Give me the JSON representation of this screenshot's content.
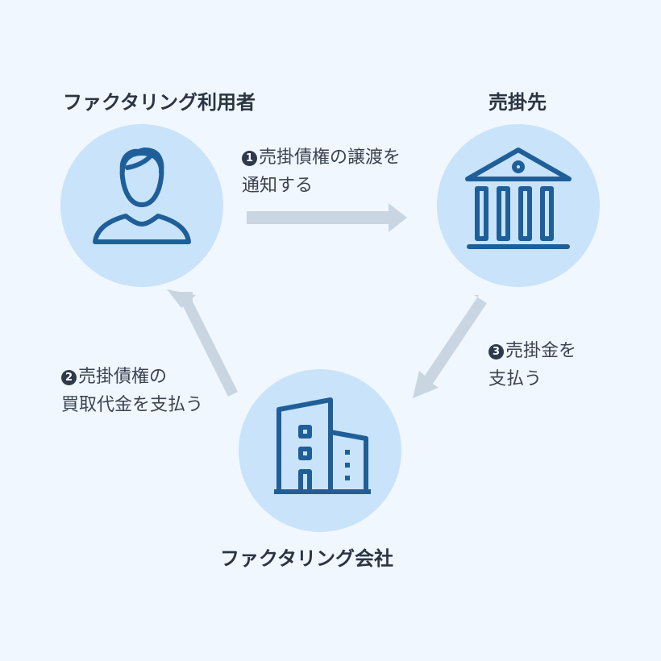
{
  "actors": {
    "user": {
      "title": "ファクタリング利用者",
      "icon": "person-icon"
    },
    "debtor": {
      "title": "売掛先",
      "icon": "bank-building-icon"
    },
    "factor": {
      "title": "ファクタリング会社",
      "icon": "office-building-icon"
    }
  },
  "steps": [
    {
      "number": "1",
      "line1": "売掛債権の譲渡を",
      "line2": "通知する",
      "from": "user",
      "to": "debtor"
    },
    {
      "number": "2",
      "line1": "売掛債権の",
      "line2": "買取代金を支払う",
      "from": "factor",
      "to": "user"
    },
    {
      "number": "3",
      "line1": "売掛金を",
      "line2": "支払う",
      "from": "debtor",
      "to": "factor"
    }
  ],
  "colors": {
    "background": "#f0f7fe",
    "circle_fill": "#c9e3fa",
    "icon_stroke": "#1f5f99",
    "arrow": "#c9d6e1",
    "title_text": "#2a3442",
    "badge": "#2e3a4c"
  }
}
